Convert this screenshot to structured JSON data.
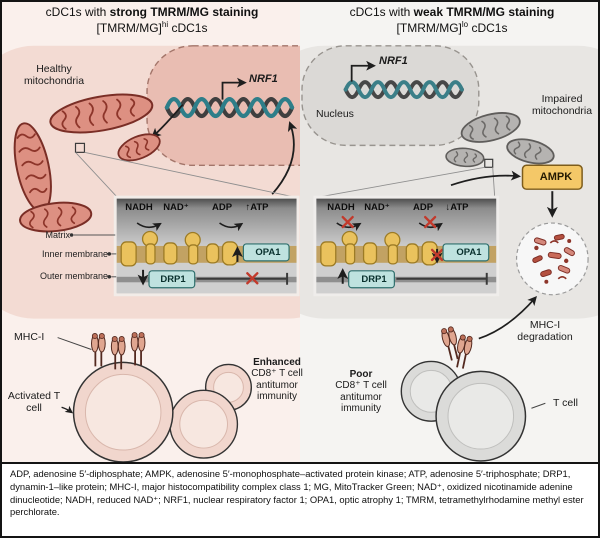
{
  "colors": {
    "left_cell": "#f3dbd3",
    "left_nucleus": "#e9bdb2",
    "right_cell": "#e8e6e3",
    "right_nucleus": "#dbd9d6",
    "mitochondria_salmon": "#dd9082",
    "mitochondria_gray": "#b5b3b1",
    "protein_yellow": "#eac25d",
    "teal_box": "#bfe2df",
    "ampk_yellow": "#f4c868",
    "inhibit_red": "#c23a2c",
    "dna_teal": "#2e7e89"
  },
  "titles": {
    "left": {
      "pre": "cDC1s with ",
      "bold": "strong TMRM/MG staining",
      "sub_base": "[TMRM/MG]",
      "sub_sup": "hi",
      "sub_rest": " cDC1s"
    },
    "right": {
      "pre": "cDC1s with ",
      "bold": "weak TMRM/MG staining",
      "sub_base": "[TMRM/MG]",
      "sub_sup": "lo",
      "sub_rest": " cDC1s"
    }
  },
  "left": {
    "healthy_mitochondria": "Healthy mitochondria",
    "nrf1": "NRF1",
    "matrix": "Matrix",
    "inner_membrane": "Inner membrane",
    "outer_membrane": "Outer membrane",
    "nadh": "NADH",
    "nad": "NAD⁺",
    "adp": "ADP",
    "atp": "↑ATP",
    "opa1": "OPA1",
    "drp1": "DRP1",
    "mhc1": "MHC-I",
    "activated_t_cell": "Activated T cell",
    "outcome_bold": "Enhanced",
    "outcome_rest": "CD8⁺ T cell antitumor immunity"
  },
  "right": {
    "nrf1": "NRF1",
    "nucleus": "Nucleus",
    "impaired_mitochondria": "Impaired mitochondria",
    "ampk": "AMPK",
    "nadh": "NADH",
    "nad": "NAD⁺",
    "adp": "ADP",
    "atp": "↓ATP",
    "opa1": "OPA1",
    "drp1": "DRP1",
    "mhc1_degradation": "MHC-I degradation",
    "t_cell": "T cell",
    "outcome_bold": "Poor",
    "outcome_rest": "CD8⁺ T cell antitumor immunity"
  },
  "footer": "ADP, adenosine 5′-diphosphate; AMPK, adenosine 5′-monophosphate–activated protein kinase; ATP, adenosine 5′-triphosphate; DRP1, dynamin-1–like protein; MHC-I, major histocompatibility complex class 1; MG, MitoTracker Green; NAD⁺, oxidized nicotinamide adenine dinucleotide; NADH, reduced NAD⁺; NRF1, nuclear respiratory factor 1; OPA1, optic atrophy 1; TMRM, tetramethylrhodamine methyl ester perchlorate."
}
